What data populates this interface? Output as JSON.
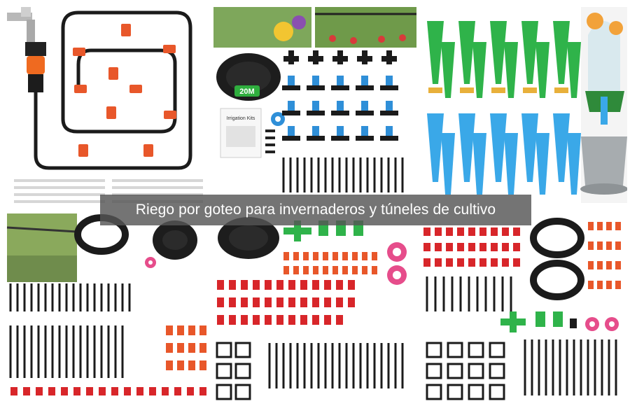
{
  "caption": {
    "text": "Riego por goteo para invernaderos y túneles de cultivo"
  },
  "product_labels": {
    "hose_length": "20M",
    "instruction_booklet_title": "Irrigation Kits"
  },
  "colors": {
    "tube_black": "#1b1b1b",
    "dripper_orange": "#e8572a",
    "dripper_red": "#d8262a",
    "connector_blue": "#2f8fd8",
    "spike_green": "#2fb34a",
    "spike_blue": "#3aa8e8",
    "tape_pink": "#e64d8b",
    "caption_band": "#555555"
  }
}
